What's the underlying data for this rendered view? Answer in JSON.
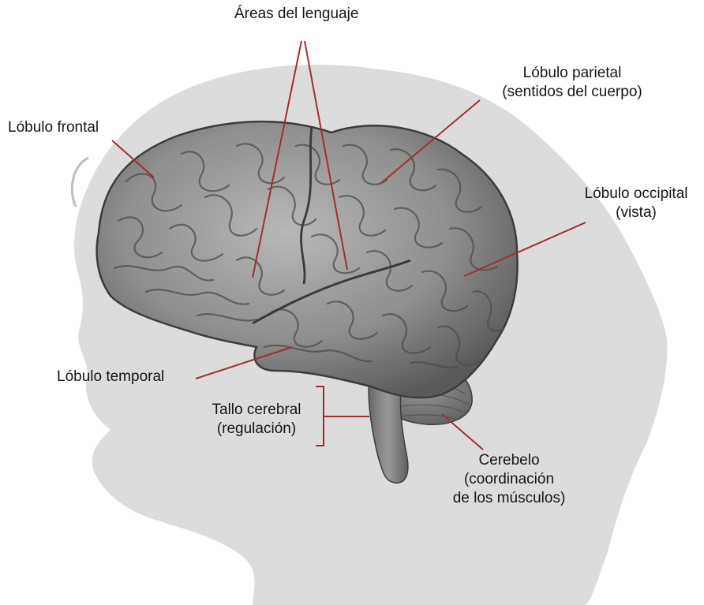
{
  "labels": {
    "areas_lenguaje": "Áreas del lenguaje",
    "lobulo_frontal": "Lóbulo frontal",
    "lobulo_parietal": {
      "line1": "Lóbulo parietal",
      "line2": "(sentidos del cuerpo)"
    },
    "lobulo_occipital": {
      "line1": "Lóbulo occipital",
      "line2": "(vista)"
    },
    "lobulo_temporal": "Lóbulo temporal",
    "tallo_cerebral": {
      "line1": "Tallo cerebral",
      "line2": "(regulación)"
    },
    "cerebelo": {
      "line1": "Cerebelo",
      "line2": "(coordinación",
      "line3": "de los músculos)"
    }
  },
  "colors": {
    "leader_line": "#a0302e",
    "head_silhouette": "#dcdcdc",
    "brain_fill": "#8f8f8f",
    "brain_outline": "#3c3c3c"
  }
}
